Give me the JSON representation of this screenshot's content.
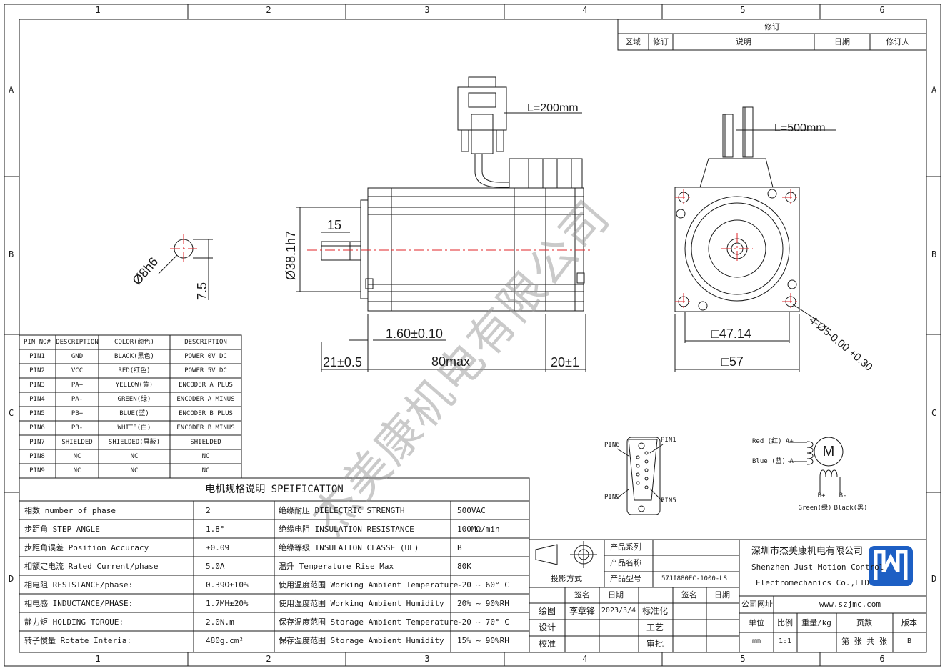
{
  "frame": {
    "col_labels": [
      "1",
      "2",
      "3",
      "4",
      "5",
      "6"
    ],
    "row_labels": [
      "A",
      "B",
      "C",
      "D"
    ]
  },
  "revision": {
    "title": "修订",
    "headers": [
      "区域",
      "修订",
      "说明",
      "日期",
      "修订人"
    ]
  },
  "dimensions": {
    "shaft_dia": "Ø8h6",
    "flat": "7.5",
    "flange_dia": "Ø38.1h7",
    "key_len": "15",
    "encoder_cable": "L=200mm",
    "motor_cable": "L=500mm",
    "boss": "1.60±0.10",
    "shaft_len": "21±0.5",
    "body_len": "80max",
    "rear_len": "20±1",
    "hole_pitch": "□47.14",
    "flange_size": "□57",
    "holes": "4-Ø5-0.00 +0.30"
  },
  "pin_table": {
    "headers": [
      "PIN NO#",
      "DESCRIPTION",
      "COLOR(颜色)",
      "DESCRIPTION"
    ],
    "rows": [
      [
        "PIN1",
        "GND",
        "BLACK(黑色)",
        "POWER 0V DC"
      ],
      [
        "PIN2",
        "VCC",
        "RED(红色)",
        "POWER 5V DC"
      ],
      [
        "PIN3",
        "PA+",
        "YELLOW(黄)",
        "ENCODER A PLUS"
      ],
      [
        "PIN4",
        "PA-",
        "GREEN(绿)",
        "ENCODER A MINUS"
      ],
      [
        "PIN5",
        "PB+",
        "BLUE(蓝)",
        "ENCODER B PLUS"
      ],
      [
        "PIN6",
        "PB-",
        "WHITE(白)",
        "ENCODER B MINUS"
      ],
      [
        "PIN7",
        "SHIELDED",
        "SHIELDED(屏蔽)",
        "SHIELDED"
      ],
      [
        "PIN8",
        "NC",
        "NC",
        "NC"
      ],
      [
        "PIN9",
        "NC",
        "NC",
        "NC"
      ]
    ]
  },
  "spec_table": {
    "title": "电机规格说明 SPEIFICATION",
    "rows": [
      [
        "相数 number of phase",
        "2",
        "绝缘耐压 DIELECTRIC STRENGTH",
        "500VAC"
      ],
      [
        "步距角 STEP ANGLE",
        "1.8°",
        "绝缘电阻 INSULATION RESISTANCE",
        "100MΩ/min"
      ],
      [
        "步距角误差 Position Accuracy",
        "±0.09",
        "绝缘等级 INSULATION CLASSE (UL)",
        "B"
      ],
      [
        "相额定电流 Rated Current/phase",
        "5.0A",
        "温升 Temperature Rise Max",
        "80K"
      ],
      [
        "相电阻 RESISTANCE/phase:",
        "0.39Ω±10%",
        "使用温度范围 Working Ambient Temperature",
        "-20 ~ 60° C"
      ],
      [
        "相电感 INDUCTANCE/PHASE:",
        "1.7MH±20%",
        "使用湿度范围 Working Ambient Humidity",
        "20% ~ 90%RH"
      ],
      [
        "静力矩 HOLDING TORQUE:",
        "2.0N.m",
        "保存温度范围 Storage Ambient Temperature",
        "-20 ~ 70° C"
      ],
      [
        "转子惯量 Rotate Interia:",
        "480g.cm²",
        "保存湿度范围 Storage Ambient Humidity",
        "15% ~ 90%RH"
      ]
    ]
  },
  "connector": {
    "pin6": "PIN6",
    "pin1": "PIN1",
    "pin9": "PIN9",
    "pin5": "PIN5"
  },
  "wiring": {
    "a_plus": "Red (红) A+",
    "a_minus": "Blue (蓝) A-",
    "motor": "M",
    "b_plus": "B+",
    "b_minus": "B-",
    "green": "Green(绿)",
    "black": "Black(黑)"
  },
  "title_block": {
    "projection": "投影方式",
    "series_label": "产品系列",
    "name_label": "产品名称",
    "model_label": "产品型号",
    "model_value": "57JI880EC-1000-LS",
    "sign_label": "签名",
    "date_label": "日期",
    "sign_label2": "签名",
    "date_label2": "日期",
    "drawn_label": "绘图",
    "drawn_by": "李章锋",
    "drawn_date": "2023/3/4",
    "std_label": "标准化",
    "design_label": "设计",
    "process_label": "工艺",
    "check_label": "校准",
    "approve_label": "审批",
    "company_cn": "深圳市杰美康机电有限公司",
    "company_en1": "Shenzhen Just Motion Control",
    "company_en2": "Electromechanics Co.,LTD",
    "website_label": "公司网址",
    "website": "www.szjmc.com",
    "unit_label": "单位",
    "scale_label": "比例",
    "weight_label": "重量/kg",
    "pages_label": "页数",
    "version_label": "版本",
    "unit_value": "mm",
    "scale_value": "1:1",
    "pages_value": "第 张 共 张",
    "version_value": "B"
  },
  "watermark": "杰美康机电有限公司",
  "colors": {
    "line": "#1a1a1a",
    "center_line": "#e0262a",
    "logo_blue": "#1d5fc4",
    "watermark": "#999999"
  }
}
